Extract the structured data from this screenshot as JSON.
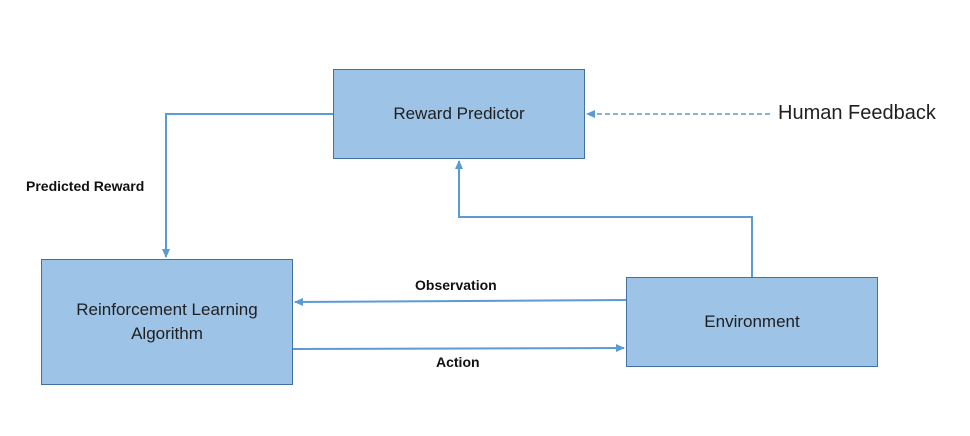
{
  "colors": {
    "box_fill": "#9dc3e6",
    "box_border": "#41719c",
    "connector": "#5b9bd5"
  },
  "nodes": {
    "reward_predictor": "Reward Predictor",
    "rl_algorithm": "Reinforcement Learning\nAlgorithm",
    "environment": "Environment"
  },
  "edges": {
    "predicted_reward": "Predicted Reward",
    "observation": "Observation",
    "action": "Action"
  },
  "external": {
    "human_feedback": "Human Feedback"
  }
}
